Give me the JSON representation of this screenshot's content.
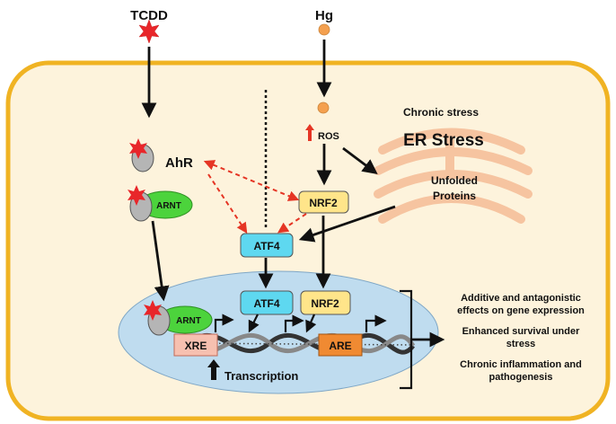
{
  "stimuli": {
    "left": "TCDD",
    "right": "Hg"
  },
  "labels": {
    "ros": "ROS",
    "chronic_stress": "Chronic stress",
    "er_stress": "ER Stress",
    "unfolded_line1": "Unfolded",
    "unfolded_line2": "Proteins",
    "ahr": "AhR",
    "arnt_top": "ARNT",
    "arnt_nucleus": "ARNT",
    "nrf2_cyto": "NRF2",
    "atf4_cyto": "ATF4",
    "atf4_nucleus": "ATF4",
    "nrf2_nucleus": "NRF2",
    "xre": "XRE",
    "are": "ARE",
    "transcription": "Transcription"
  },
  "outcomes": [
    {
      "line1": "Additive and antagonistic",
      "line2": "effects on gene expression"
    },
    {
      "line1": "Enhanced survival under",
      "line2": "stress"
    },
    {
      "line1": "Chronic inflammation and",
      "line2": "pathogenesis"
    }
  ],
  "colors": {
    "cell_fill": "#FDF3DC",
    "cell_border": "#F0B323",
    "nucleus_fill": "#BFDCEF",
    "er_fill": "#F6C4A0",
    "star": "#E8262A",
    "hg": "#F4A04F",
    "arnt": "#4CD33C",
    "nrf2": "#FFE58A",
    "atf4": "#5ED8F0",
    "xre": "#F7C0B0",
    "are": "#F08A32",
    "dashed_arrow": "#E53524"
  },
  "icons": [
    "ligand-star-icon",
    "hg-ion-icon",
    "ros-up-arrow-icon",
    "transcription-up-arrow-icon",
    "promoter-arrow-icon"
  ]
}
